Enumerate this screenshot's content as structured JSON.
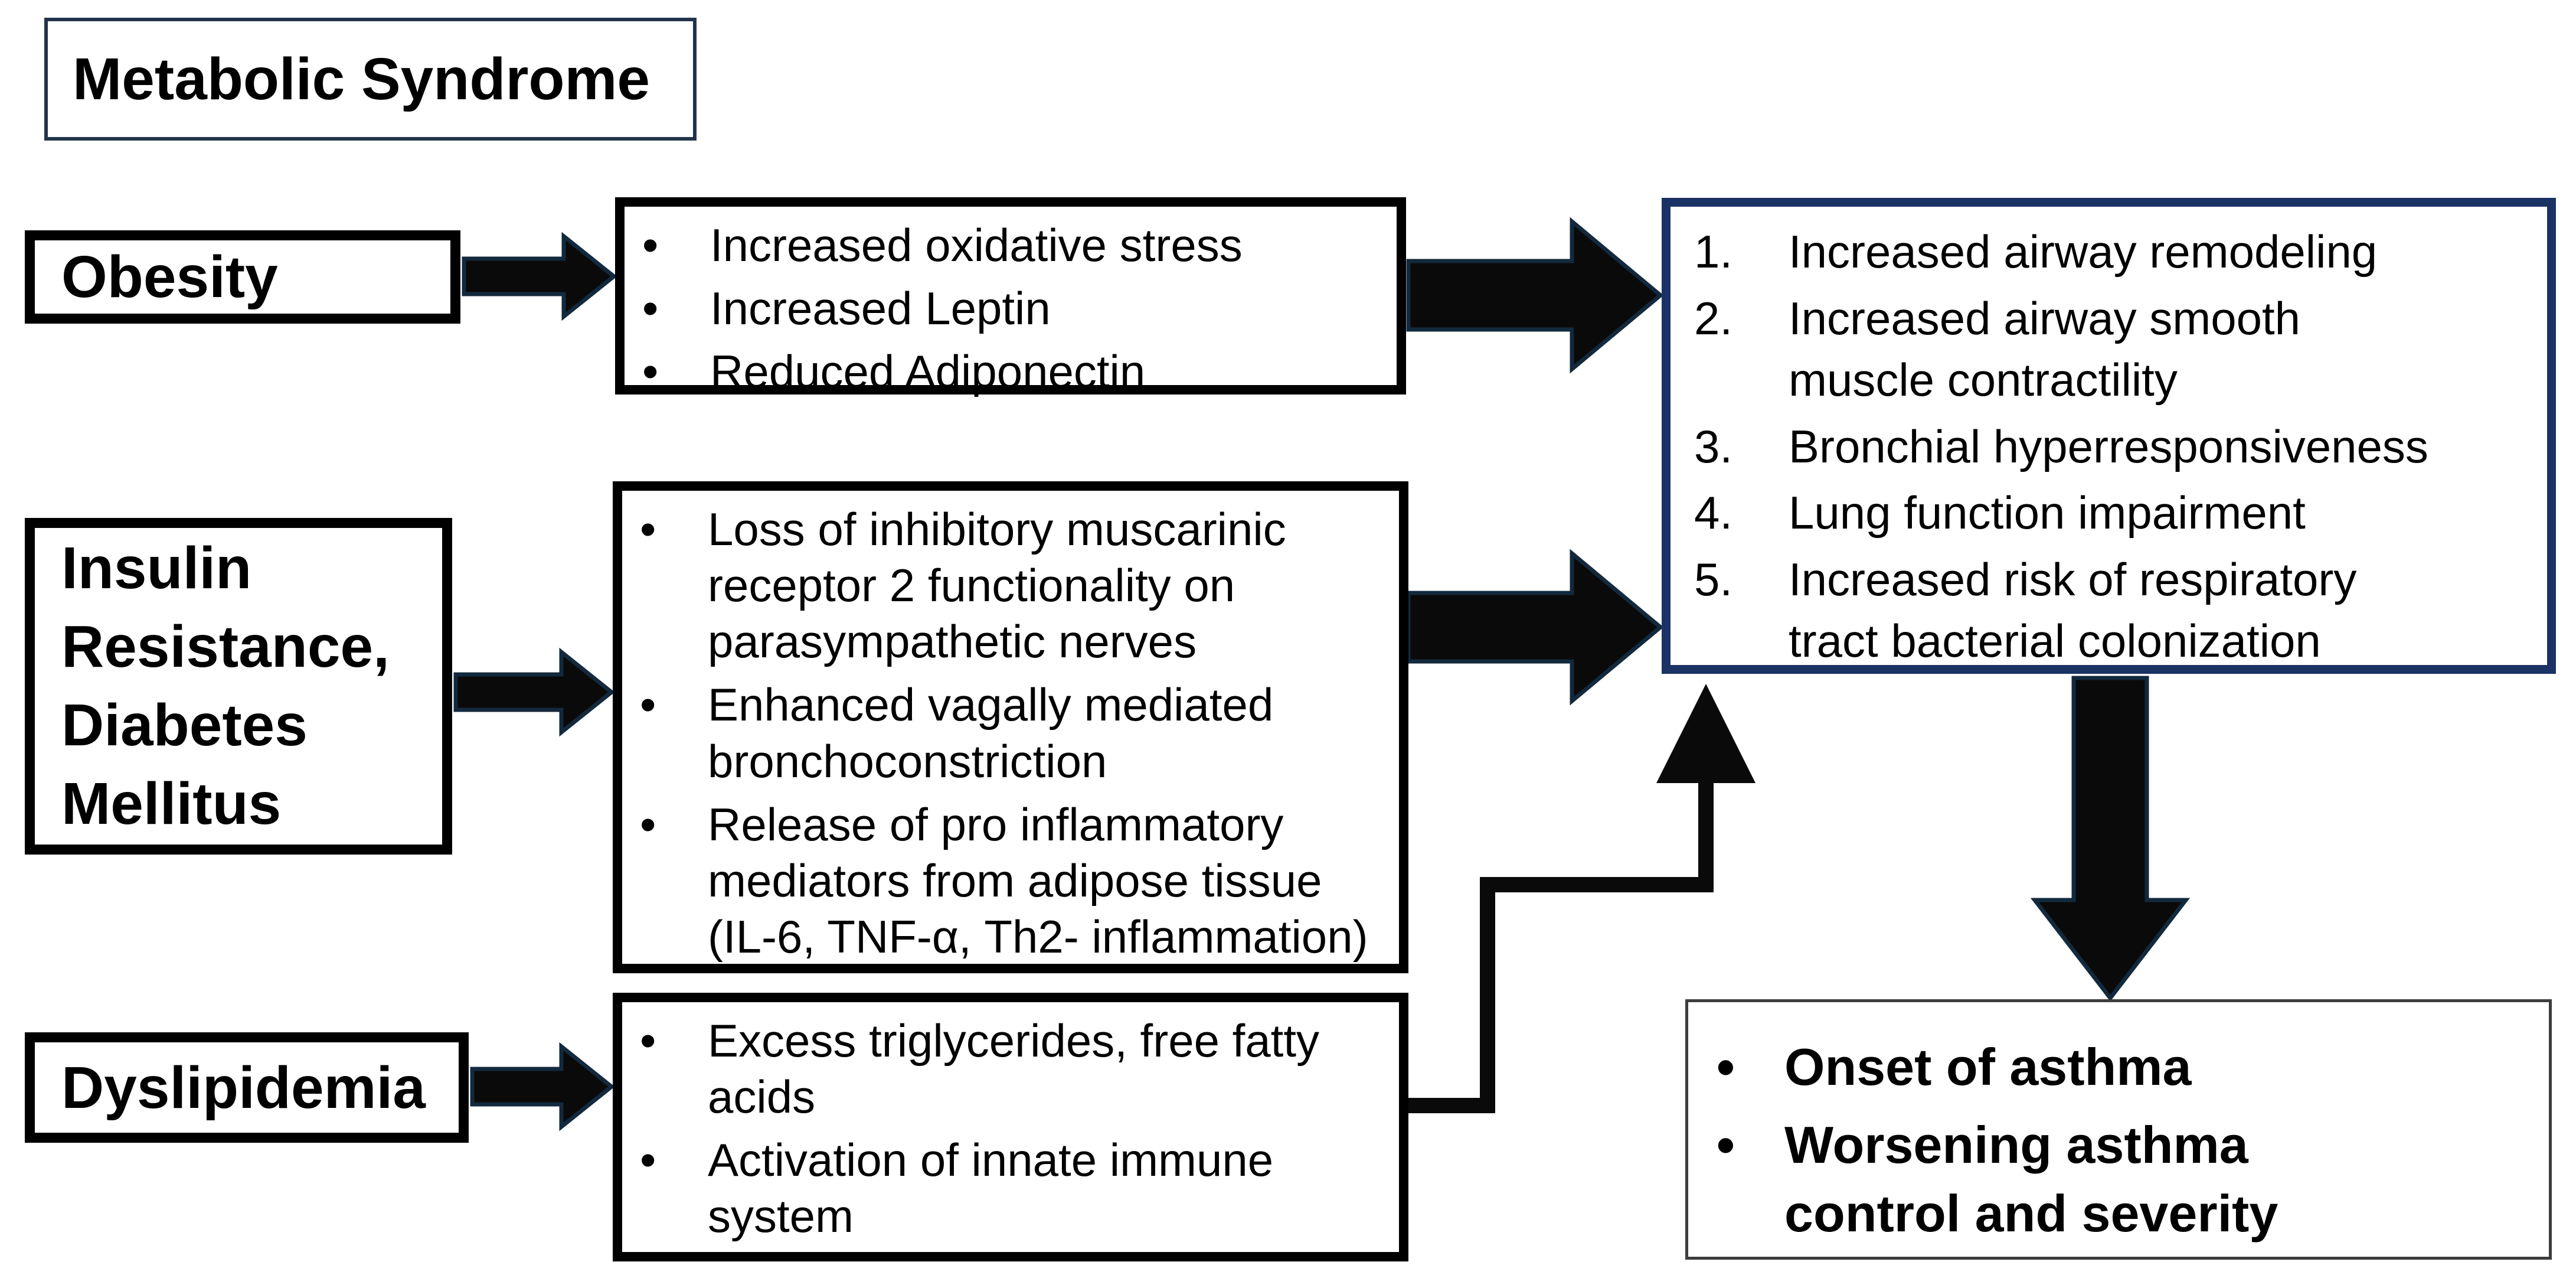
{
  "diagram": {
    "bullet_char": "•",
    "title_box": {
      "label": "Metabolic Syndrome"
    },
    "cause_boxes": [
      {
        "label": "Obesity"
      },
      {
        "label": "Insulin Resistance, Diabetes Mellitus"
      },
      {
        "label": "Dyslipidemia"
      }
    ],
    "mechanism_boxes": [
      {
        "bullets": [
          "Increased oxidative stress",
          "Increased Leptin",
          "Reduced Adiponectin"
        ]
      },
      {
        "bullets": [
          "Loss of inhibitory muscarinic receptor 2 functionality on parasympathetic nerves",
          "Enhanced vagally mediated bronchoconstriction",
          "Release of pro inflammatory mediators from adipose tissue (IL-6, TNF-α, Th2- inflammation)"
        ]
      },
      {
        "bullets": [
          "Excess triglycerides, free fatty acids",
          "Activation of innate immune system"
        ]
      }
    ],
    "outcome_box": {
      "items": [
        {
          "number": "1.",
          "text": "Increased airway remodeling"
        },
        {
          "number": "2.",
          "text": "Increased airway smooth muscle contractility"
        },
        {
          "number": "3.",
          "text": "Bronchial hyperresponsiveness"
        },
        {
          "number": "4.",
          "text": "Lung function impairment"
        },
        {
          "number": "5.",
          "text": "Increased risk of respiratory tract bacterial colonization"
        }
      ]
    },
    "result_box": {
      "bullets": [
        "Onset of asthma",
        "Worsening asthma control and severity"
      ]
    },
    "colors": {
      "box_border_black": "#000000",
      "outcome_border_navy": "#1b3265",
      "title_border": "#22344a",
      "result_border": "#3d3d3d",
      "arrow_fill": "#0a0a0a",
      "arrow_edge": "#13293d"
    }
  }
}
